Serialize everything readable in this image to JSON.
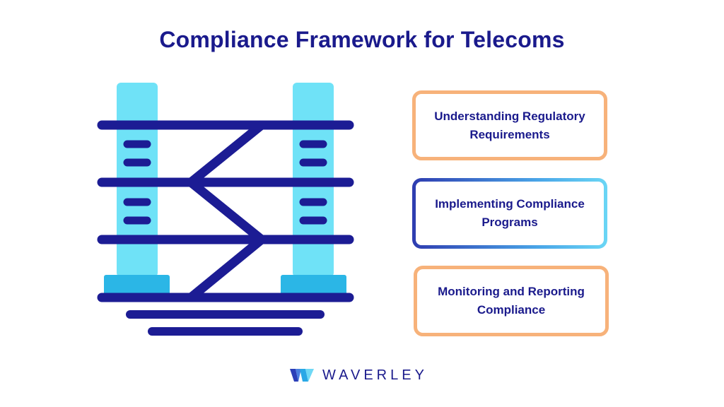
{
  "title": "Compliance Framework for Telecoms",
  "steps": [
    {
      "label": "Understanding Regulatory Requirements"
    },
    {
      "label": "Implementing Compliance Programs"
    },
    {
      "label": "Monitoring and Reporting Compliance"
    }
  ],
  "brand": {
    "name": "WAVERLEY",
    "logo_icon": "waverley-w-logo-icon"
  },
  "colors": {
    "title": "#1a1a8c",
    "navy": "#1c1c94",
    "pillar": "#6fe2f7",
    "pillar_base": "#2bb6e6",
    "orange_border": "#f7b27a",
    "blue_border_start": "#2e3cb0",
    "blue_border_end": "#6ad6f5"
  }
}
